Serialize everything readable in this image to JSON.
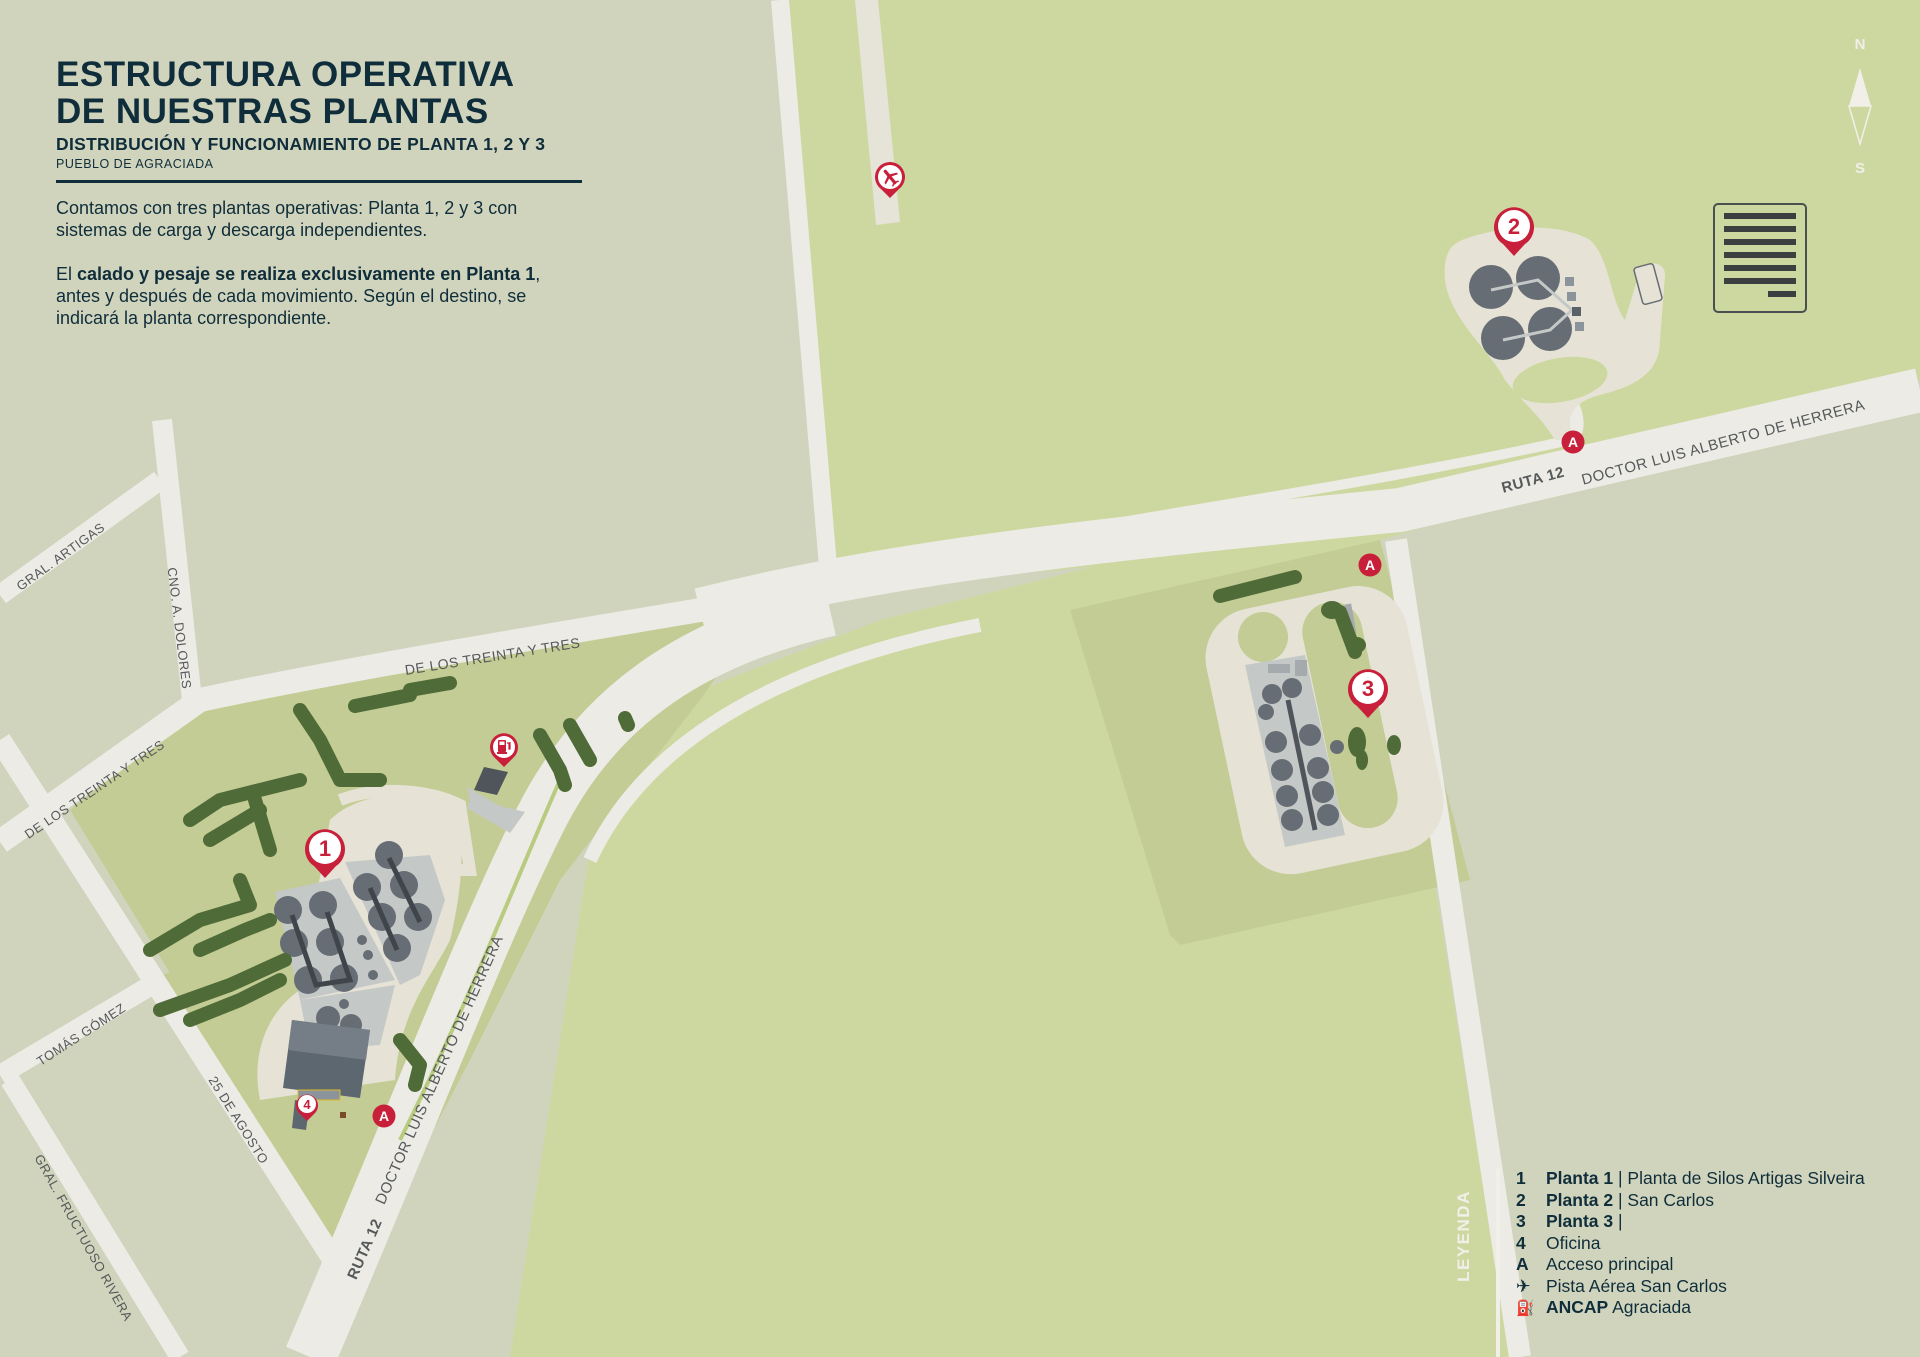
{
  "header": {
    "title_line1": "ESTRUCTURA OPERATIVA",
    "title_line2": "DE NUESTRAS PLANTAS",
    "subtitle": "DISTRIBUCIÓN Y FUNCIONAMIENTO DE PLANTA 1, 2 Y 3",
    "place": "PUEBLO DE AGRACIADA"
  },
  "description": {
    "p1": "Contamos con tres plantas operativas: Planta 1, 2 y 3 con sistemas de carga y descarga independientes.",
    "p2_pre": "El ",
    "p2_bold": "calado y pesaje se realiza exclusivamente en Planta 1",
    "p2_post": ", antes y después de cada movimiento. Según el destino, se indicará la planta correspondiente."
  },
  "compass": {
    "north": "N",
    "south": "S"
  },
  "streets": {
    "ruta12_code_east": "RUTA 12",
    "ruta12_name_east": "DOCTOR LUIS ALBERTO DE HERRERA",
    "ruta12_code_south": "RUTA 12",
    "ruta12_name_south": "DOCTOR LUIS ALBERTO DE HERRERA",
    "treinta_y_tres_north": "DE LOS TREINTA Y TRES",
    "treinta_y_tres_west": "DE LOS TREINTA Y TRES",
    "gral_artigas": "GRAL. ARTIGAS",
    "cno_dolores": "CNO. A. DOLORES",
    "tomas_gomez": "TOMÁS GÓMEZ",
    "veinticinco_agosto": "25 DE AGOSTO",
    "fructuoso_rivera": "GRAL. FRUCTUOSO RIVERA"
  },
  "markers": {
    "plant1": "1",
    "plant2": "2",
    "plant3": "3",
    "office": "4",
    "access": "A",
    "airstrip_icon": "airplane-icon",
    "fuel_icon": "fuel-pump-icon"
  },
  "legend": {
    "title": "LEYENDA",
    "items": [
      {
        "key": "1",
        "bold": "Planta 1",
        "text": " | Planta de Silos Artigas Silveira"
      },
      {
        "key": "2",
        "bold": "Planta 2",
        "text": " | San Carlos"
      },
      {
        "key": "3",
        "bold": "Planta 3",
        "text": " |"
      },
      {
        "key": "4",
        "bold": "",
        "text": "Oficina"
      },
      {
        "key": "A",
        "bold": "",
        "text": "Acceso principal"
      },
      {
        "key": "✈",
        "bold": "",
        "text": "Pista Aérea San Carlos",
        "icon": "airplane-icon"
      },
      {
        "key": "⛽",
        "bold": "ANCAP",
        "text": " Agraciada",
        "icon": "fuel-pump-icon"
      }
    ]
  },
  "colors": {
    "urban_bg": "#d0d4bc",
    "field_light": "#cdd8a0",
    "field_mid": "#c3cc94",
    "road": "#edebe6",
    "tree": "#4f6b37",
    "silo": "#676d74",
    "pad": "#c4c8c7",
    "marker_red": "#c8203a",
    "text_dark": "#0f2d3a",
    "label_gray": "#55595a"
  }
}
